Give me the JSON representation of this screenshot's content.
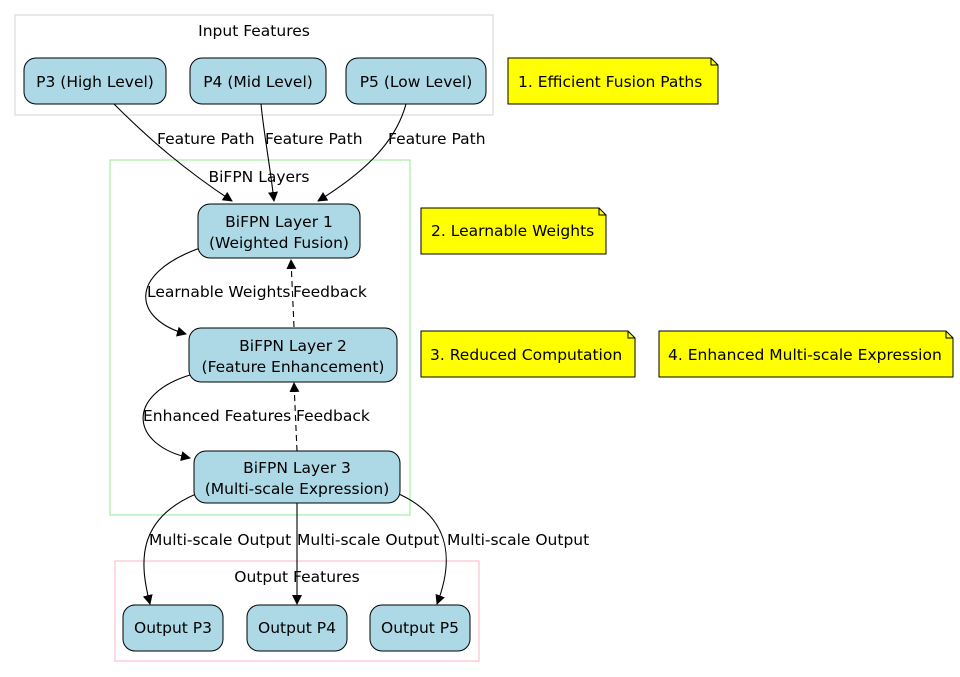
{
  "clusters": {
    "input": "Input Features",
    "bifpn": "BiFPN Layers",
    "output": "Output Features"
  },
  "nodes": {
    "p3": "P3 (High Level)",
    "p4": "P4 (Mid Level)",
    "p5": "P5 (Low Level)",
    "layer1": [
      "BiFPN Layer 1",
      "(Weighted Fusion)"
    ],
    "layer2": [
      "BiFPN Layer 2",
      "(Feature Enhancement)"
    ],
    "layer3": [
      "BiFPN Layer 3",
      "(Multi-scale Expression)"
    ],
    "out_p3": "Output P3",
    "out_p4": "Output P4",
    "out_p5": "Output P5"
  },
  "edges": {
    "feature_path": "Feature Path",
    "learnable_weights": "Learnable Weights",
    "feedback": "Feedback",
    "enhanced_features": "Enhanced Features",
    "multiscale_output": "Multi-scale Output"
  },
  "notes": [
    "1. Efficient Fusion Paths",
    "2. Learnable Weights",
    "3. Reduced Computation",
    "4. Enhanced Multi-scale Expression"
  ],
  "colors": {
    "node_fill": "#add8e6",
    "note_fill": "#ffff00",
    "input_cluster": "#d3d3d3",
    "bifpn_cluster": "#90ee90",
    "output_cluster": "#ffb6c1"
  }
}
